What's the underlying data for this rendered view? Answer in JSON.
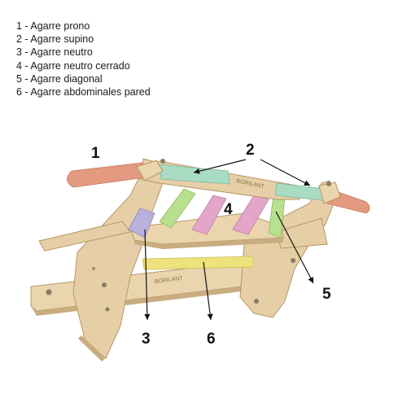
{
  "legend": [
    "1 - Agarre prono",
    "2 - Agarre supino",
    "3 - Agarre neutro",
    "4 - Agarre neutro cerrado",
    "5 - Agarre diagonal",
    "6 - Agarre abdominales pared"
  ],
  "labels": {
    "n1": "1",
    "n2": "2",
    "n3": "3",
    "n4": "4",
    "n5": "5",
    "n6": "6"
  },
  "brand": {
    "text_main": "BORILANT",
    "text_base": "BORILANT"
  },
  "colors": {
    "wood": "#e6cfa6",
    "wood_dark": "#c9ad80",
    "grip_prono": "#e39a80",
    "grip_supino": "#a9dcc3",
    "grip_neutro": "#b9b0dd",
    "grip_cerrado": "#e3a6c9",
    "grip_diagonal": "#b9e08e",
    "grip_abs": "#ede27c"
  }
}
